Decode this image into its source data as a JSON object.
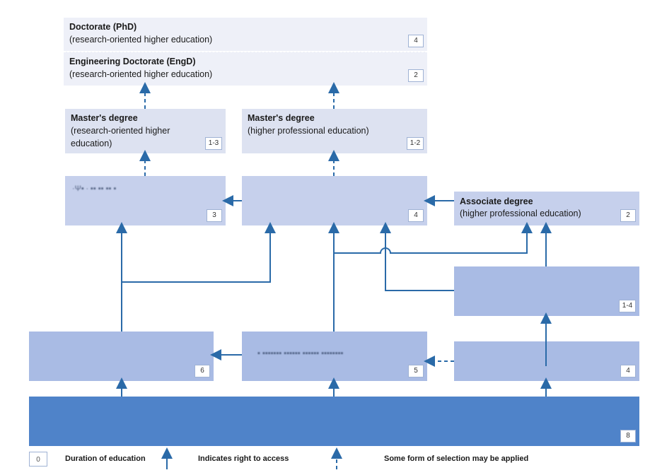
{
  "boxes": {
    "doctorate": {
      "title": "Doctorate (PhD)",
      "subtitle": "(research-oriented higher education)",
      "duration": "4"
    },
    "engd": {
      "title": "Engineering Doctorate (EngD)",
      "subtitle": "(research-oriented higher education)",
      "duration": "2"
    },
    "master_research": {
      "title": "Master's degree",
      "subtitle": "(research-oriented higher education)",
      "duration": "1-3"
    },
    "master_professional": {
      "title": "Master's degree",
      "subtitle": "(higher professional education)",
      "duration": "1-2"
    },
    "bachelor_research": {
      "blurred_text": "·Ψ▪ ∙ ▪▪ ▪▪ ▪▪ ▪",
      "duration": "3"
    },
    "bachelor_professional": {
      "duration": "4"
    },
    "associate": {
      "title": "Associate degree",
      "subtitle": "(higher professional education)",
      "duration": "2"
    },
    "mbo": {
      "duration": "1-4"
    },
    "vwo": {
      "duration": "6"
    },
    "havo": {
      "blurred_text": "▪ ▪▪▪▪▪▪▪ ▪▪▪▪▪▪ ▪▪▪▪▪▪ ▪▪▪▪▪▪▪▪",
      "duration": "5"
    },
    "vmbo": {
      "duration": "4"
    },
    "primary": {
      "duration": "8"
    }
  },
  "legend": {
    "box_value": "0",
    "duration": "Duration of education",
    "access": "Indicates right to access",
    "selection": "Some form of selection may be applied"
  },
  "colors": {
    "arrow": "#2a6aa8",
    "light": "#eef0f8",
    "mid": "#dde2f1",
    "strong": "#4f83c9"
  }
}
